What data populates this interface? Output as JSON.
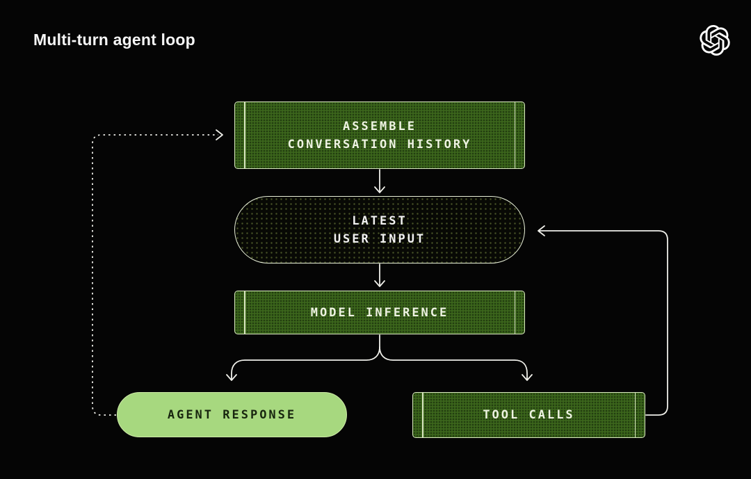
{
  "header": {
    "title": "Multi-turn agent loop",
    "logo_icon": "openai-logo"
  },
  "diagram": {
    "nodes": {
      "assemble": {
        "label": "ASSEMBLE\nCONVERSATION HISTORY",
        "shape": "process"
      },
      "latest": {
        "label": "LATEST\nUSER INPUT",
        "shape": "pill-dark"
      },
      "model": {
        "label": "MODEL INFERENCE",
        "shape": "process"
      },
      "agent": {
        "label": "AGENT RESPONSE",
        "shape": "pill-light"
      },
      "tool": {
        "label": "TOOL CALLS",
        "shape": "process"
      }
    },
    "edges": [
      {
        "from": "assemble-conversation-history",
        "to": "latest-user-input",
        "style": "solid-arrow"
      },
      {
        "from": "latest-user-input",
        "to": "model-inference",
        "style": "solid-arrow"
      },
      {
        "from": "model-inference",
        "to": "agent-response",
        "style": "solid-arrow"
      },
      {
        "from": "model-inference",
        "to": "tool-calls",
        "style": "solid-arrow"
      },
      {
        "from": "tool-calls",
        "to": "latest-user-input",
        "style": "solid-arrow"
      },
      {
        "from": "agent-response",
        "to": "assemble-conversation-history",
        "style": "dotted-arrow"
      }
    ],
    "colors": {
      "background": "#050505",
      "box_green": "#3c661c",
      "box_border": "#d9e7c1",
      "pill_dark_fill": "#080905",
      "pill_light_fill": "#a7d87f",
      "connector_line": "#f0f0ea",
      "title_text": "#f5f5f5"
    }
  }
}
